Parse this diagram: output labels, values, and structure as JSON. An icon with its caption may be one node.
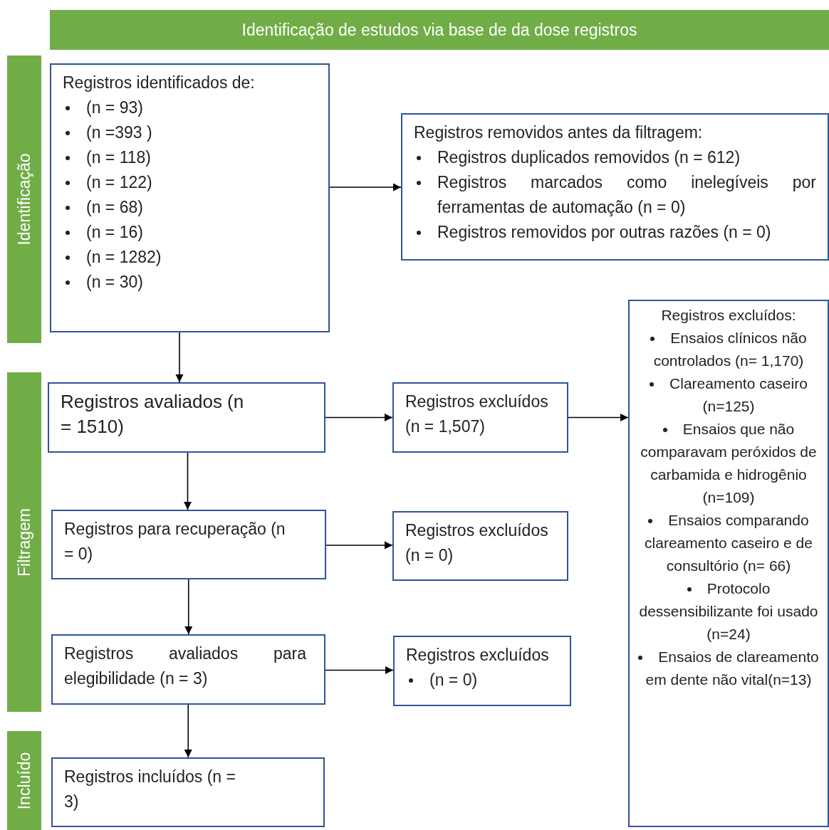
{
  "diagram": {
    "title": "Identificação de estudos via base de da dose registros",
    "nodes": [
      {
        "text": [
          "Identificação"
        ]
      },
      {
        "text": [
          "Filtragem"
        ]
      },
      {
        "text": [
          "Incluído"
        ]
      },
      {
        "text": [
          "Registros identificados de:",
          "(n = 93)",
          "(n =393 )",
          "(n = 118)",
          "(n = 122)",
          "(n = 68)",
          "(n = 16)",
          "(n = 1282)",
          "(n = 30)"
        ]
      },
      {
        "text": [
          "Registros removidos antes da filtragem:",
          "Registros duplicados removidos (n = 612)",
          "Registros marcados como inelegíveis por ferramentas de automação (n = 0)",
          "Registros removidos por outras razões (n = 0)"
        ]
      },
      {
        "text": [
          "Registros avaliados (n = 1510)"
        ]
      },
      {
        "text": [
          "Registros excluídos (n = 1,507)"
        ]
      },
      {
        "text": [
          "Registros excluídos:",
          "Ensaios clínicos não controlados (n= 1,170)",
          "Clareamento caseiro (n=125)",
          "Ensaios que não comparavam peróxidos de carbamida e hidrogênio (n=109)",
          "Ensaios comparando clareamento caseiro e de consultório (n= 66)",
          "Protocolo dessensibilizante foi usado (n=24)",
          "Ensaios de clareamento em dente não vital(n=13)"
        ]
      },
      {
        "text": [
          "Registros para recuperação (n = 0)"
        ]
      },
      {
        "text": [
          "Registros excluídos (n = 0)"
        ]
      },
      {
        "text": [
          "Registros avaliados para elegibilidade (n = 3)"
        ]
      },
      {
        "text": [
          "Registros excluídos",
          "(n = 0)"
        ]
      },
      {
        "text": [
          "Registros incluídos (n = 3)"
        ]
      }
    ],
    "edges": [
      {
        "from": 3,
        "to": 4,
        "arrow": "to"
      },
      {
        "from": 3,
        "to": 5,
        "arrow": "to"
      },
      {
        "from": 5,
        "to": 6,
        "arrow": "to"
      },
      {
        "from": 6,
        "to": 7,
        "arrow": "to"
      },
      {
        "from": 5,
        "to": 8,
        "arrow": "to"
      },
      {
        "from": 8,
        "to": 9,
        "arrow": "to"
      },
      {
        "from": 8,
        "to": 10,
        "arrow": "to"
      },
      {
        "from": 10,
        "to": 11,
        "arrow": "to"
      },
      {
        "from": 10,
        "to": 12,
        "arrow": "to"
      }
    ]
  }
}
